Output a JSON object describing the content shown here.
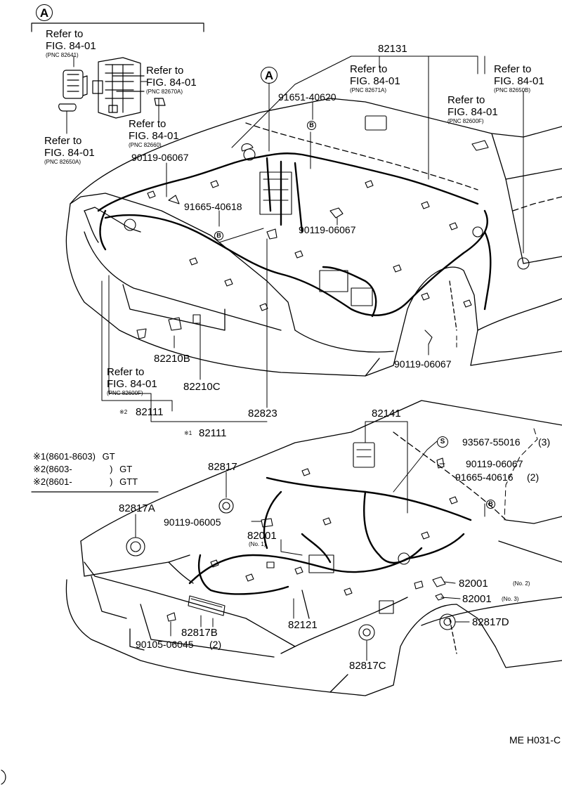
{
  "top": {
    "callout_a_main": "A",
    "callout_a_inset": "A",
    "ref_841_a": {
      "line1": "Refer to",
      "line2": "FIG. 84-01",
      "pnc": "(PNC 82641)"
    },
    "ref_841_b": {
      "line1": "Refer to",
      "line2": "FIG. 84-01",
      "pnc": "(PNC 82670A)"
    },
    "ref_841_c": {
      "line1": "Refer to",
      "line2": "FIG. 84-01",
      "pnc": "(PNC 82660)"
    },
    "ref_841_d": {
      "line1": "Refer to",
      "line2": "FIG. 84-01",
      "pnc": "(PNC 82650A)"
    },
    "ref_841_e": {
      "line1": "Refer to",
      "line2": "FIG. 84-01",
      "pnc": "(PNC 82671A)"
    },
    "ref_841_f": {
      "line1": "Refer to",
      "line2": "FIG. 84-01",
      "pnc": "(PNC 82600F)"
    },
    "ref_841_g": {
      "line1": "Refer to",
      "line2": "FIG. 84-01",
      "pnc": "(PNC 82650B)"
    },
    "ref_841_h": {
      "line1": "Refer to",
      "line2": "FIG. 84-01",
      "pnc": "(PNC 82600F)"
    },
    "p_82131": "82131",
    "p_91651": "91651-40620",
    "p_90119_a": "90119-06067",
    "p_91665_a": "91665-40618",
    "p_90119_b": "90119-06067",
    "p_90119_c": "90119-06067",
    "p_82210b": "82210B",
    "p_82210c": "82210C",
    "p_82111_2": "82111",
    "p_82111_1": "82111",
    "p_82823": "82823",
    "mark_2": "※2",
    "mark_1": "※1",
    "b_mark": "B"
  },
  "bottom": {
    "p_82141": "82141",
    "p_93567": "93567-55016",
    "q_93567": "(3)",
    "s_mark": "S",
    "p_90119_d": "90119-06067",
    "p_91665_b": "91665-40616",
    "q_91665": "(2)",
    "b_mark": "B",
    "p_82817": "82817",
    "p_82817a": "82817A",
    "p_90119_e": "90119-06005",
    "p_82001_1": "82001",
    "n_82001_1": "(No. 1)",
    "p_82001_2": "82001",
    "n_82001_2": "(No. 2)",
    "p_82001_3": "82001",
    "n_82001_3": "(No. 3)",
    "p_82817d": "82817D",
    "p_82817b": "82817B",
    "p_90105": "90105-06045",
    "q_90105": "(2)",
    "p_82121": "82121",
    "p_82817c": "82817C"
  },
  "legend": {
    "row1": {
      "mark": "※1",
      "range": "(8601-8603)",
      "grade": "GT"
    },
    "row2": {
      "mark": "※2",
      "range": "(8603-",
      "close": ")",
      "grade": "GT"
    },
    "row3": {
      "mark": "※2",
      "range": "(8601-",
      "close": ")",
      "grade": "GTT"
    }
  },
  "footer": {
    "code": "ME H031-C"
  }
}
